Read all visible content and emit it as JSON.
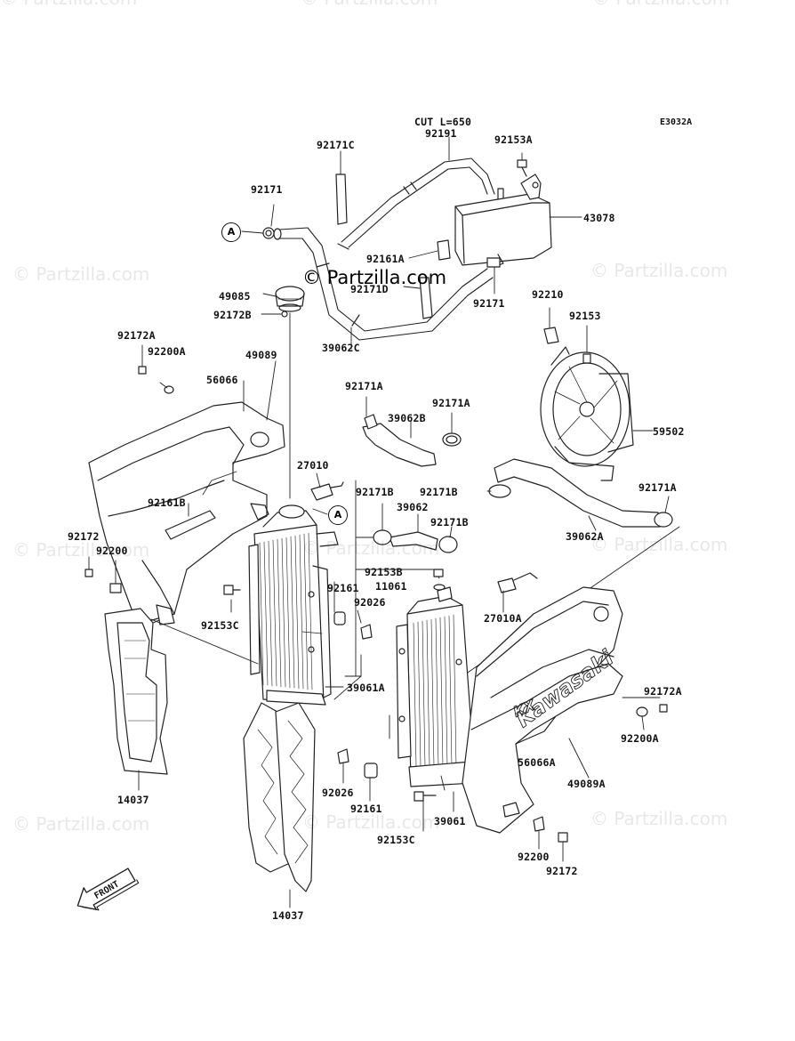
{
  "diagram_code": "E3032A",
  "watermark": "© Partzilla.com",
  "center_watermark": "© Partzilla.com",
  "front_arrow_label": "FRONT",
  "reference_marker": "A",
  "brand_text": "Kawasaki",
  "model_text": "KX",
  "labels": {
    "cut": "CUT L=650",
    "p92191": "92191",
    "p92153A": "92153A",
    "p92171C": "92171C",
    "p92171_top": "92171",
    "p43078": "43078",
    "p92161A": "92161A",
    "p92171D": "92171D",
    "p92171_right": "92171",
    "p49085": "49085",
    "p92172B": "92172B",
    "p39062C": "39062C",
    "p92210": "92210",
    "p92153": "92153",
    "p92172A_left": "92172A",
    "p92200A_left": "92200A",
    "p49089": "49089",
    "p56066": "56066",
    "p92171A_a": "92171A",
    "p92171A_b": "92171A",
    "p39062B": "39062B",
    "p59502": "59502",
    "p27010": "27010",
    "p92161B": "92161B",
    "p92171B_a": "92171B",
    "p92171B_b": "92171B",
    "p92171A_c": "92171A",
    "p39062": "39062",
    "p92171B_c": "92171B",
    "p39062A": "39062A",
    "p92172_left": "92172",
    "p92200_left": "92200",
    "p92153B": "92153B",
    "p11061": "11061",
    "p92161_mid": "92161",
    "p27010A": "27010A",
    "p92026_mid": "92026",
    "p92153C_left": "92153C",
    "p39061A": "39061A",
    "p92172A_right": "92172A",
    "p92200A_right": "92200A",
    "p56066A": "56066A",
    "p49089A": "49089A",
    "p14037_left": "14037",
    "p92026_low": "92026",
    "p92161_low": "92161",
    "p39061": "39061",
    "p92153C_low": "92153C",
    "p92200_right": "92200",
    "p92172_right": "92172",
    "p14037_bottom": "14037"
  }
}
